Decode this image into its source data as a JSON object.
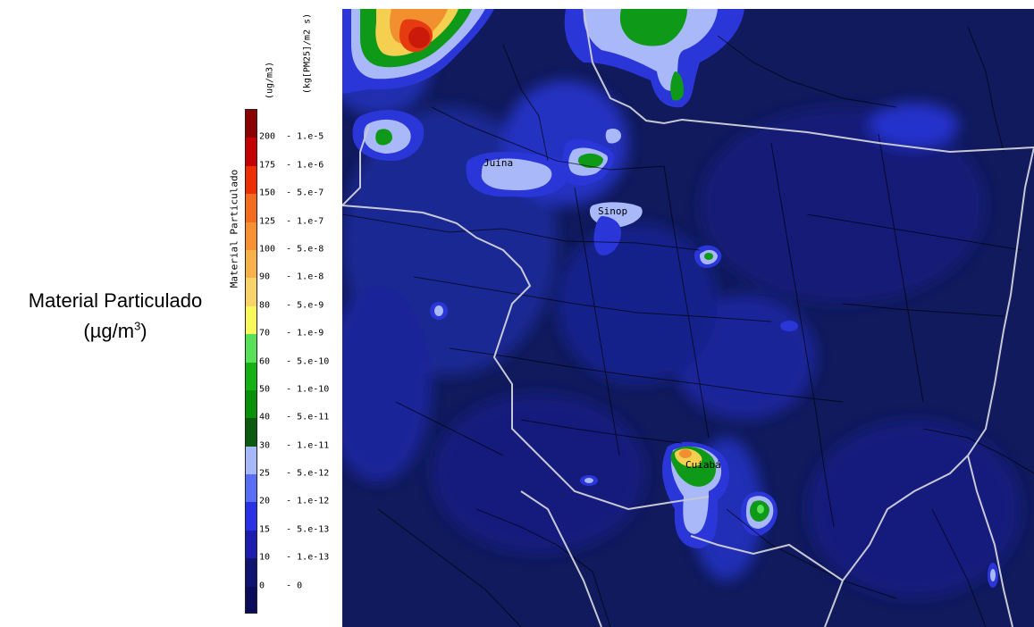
{
  "title": {
    "line1": "Material Particulado",
    "line2_prefix": "(µg/m",
    "line2_sup": "3",
    "line2_suffix": ")"
  },
  "colorbar": {
    "vertical_label": "Material Particulado",
    "unit_concentration": "(ug/m3)",
    "unit_flux": "(kg[PM25]/m2 s)",
    "levels": [
      {
        "value": "200",
        "flux": "1.e-5",
        "color": "#8b0000"
      },
      {
        "value": "175",
        "flux": "1.e-6",
        "color": "#c40000"
      },
      {
        "value": "150",
        "flux": "5.e-7",
        "color": "#ee2e00"
      },
      {
        "value": "125",
        "flux": "1.e-7",
        "color": "#f36b1f"
      },
      {
        "value": "100",
        "flux": "5.e-8",
        "color": "#f78f33"
      },
      {
        "value": "90",
        "flux": "1.e-8",
        "color": "#f8b04a"
      },
      {
        "value": "80",
        "flux": "5.e-9",
        "color": "#f8d36a"
      },
      {
        "value": "70",
        "flux": "1.e-9",
        "color": "#f8f85a"
      },
      {
        "value": "60",
        "flux": "5.e-10",
        "color": "#58e058"
      },
      {
        "value": "50",
        "flux": "1.e-10",
        "color": "#14b014"
      },
      {
        "value": "40",
        "flux": "5.e-11",
        "color": "#089008"
      },
      {
        "value": "30",
        "flux": "1.e-11",
        "color": "#0c5a10"
      },
      {
        "value": "25",
        "flux": "5.e-12",
        "color": "#a6b8f8"
      },
      {
        "value": "20",
        "flux": "1.e-12",
        "color": "#5a6ef5"
      },
      {
        "value": "15",
        "flux": "5.e-13",
        "color": "#2a30e6"
      },
      {
        "value": "10",
        "flux": "1.e-13",
        "color": "#1c1cae"
      },
      {
        "value": "0",
        "flux": "0",
        "color": "#101470"
      }
    ],
    "bottom_color": "#0a0c5a"
  },
  "map": {
    "background": "#101a5c",
    "border_color": "#c8c8d4",
    "municipal_line_color": "#000000",
    "city_labels": [
      "Juína",
      "Sinop",
      "Cuiabá"
    ]
  }
}
